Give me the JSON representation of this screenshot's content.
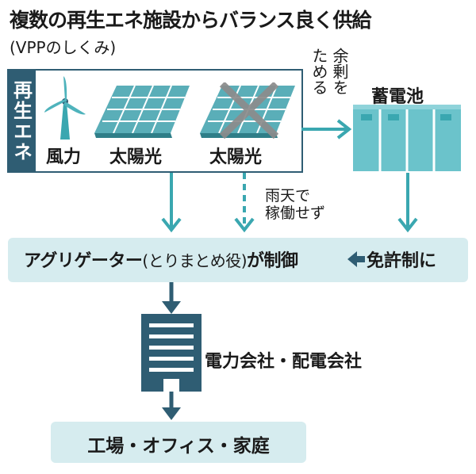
{
  "title": "複数の再生エネ施設からバランス良く供給",
  "subtitle": "(VPPのしくみ)",
  "renewable": {
    "label": "再生エネ",
    "sources": [
      {
        "icon": "wind-turbine-icon",
        "label": "風力"
      },
      {
        "icon": "solar-panel-icon",
        "label": "太陽光"
      },
      {
        "icon": "solar-panel-crossed-icon",
        "label": "太陽光"
      }
    ]
  },
  "store_surplus_note": [
    "余剰を",
    "ためる"
  ],
  "rainy_note": [
    "雨天で",
    "稼働せず"
  ],
  "battery": {
    "label": "蓄電池",
    "icon": "battery-storage-icon"
  },
  "aggregator": {
    "name": "アグリゲーター",
    "paren": "(とりまとめ役)",
    "suffix": "が制御"
  },
  "license": "免許制に",
  "utility": {
    "label": "電力会社・配電会社",
    "icon": "building-icon"
  },
  "destination": "工場・オフィス・家庭",
  "colors": {
    "dark_teal": "#2f5d73",
    "light_teal": "#d6ecef",
    "arrow_teal": "#3aa7b0",
    "panel_blue": "#5aaeb8",
    "cross_gray": "#8c8c8c"
  }
}
